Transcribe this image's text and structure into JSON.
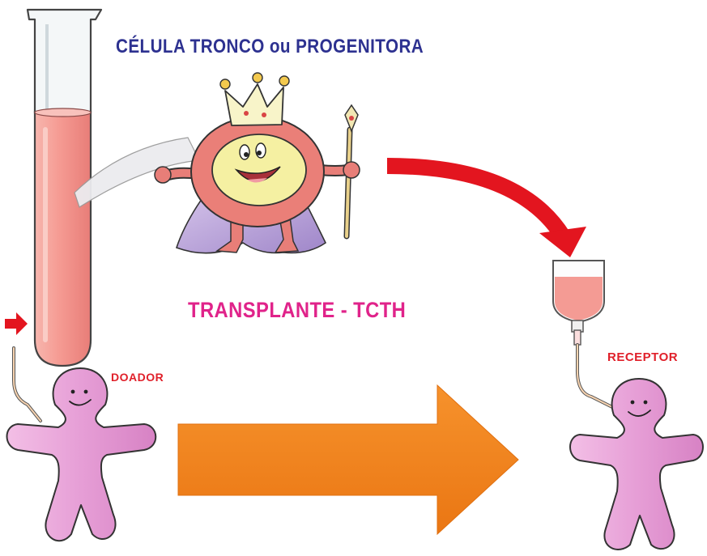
{
  "labels": {
    "title": "CÉLULA TRONCO ou PROGENITORA",
    "subtitle": "TRANSPLANTE - TCTH",
    "donor": "DOADOR",
    "receptor": "RECEPTOR"
  },
  "colors": {
    "title": "#2d3190",
    "subtitle": "#e0238a",
    "person_labels": "#e0202a",
    "big_arrow": "#f07f1e",
    "red_arrow": "#e3151f",
    "figure_fill": "#e69ed6",
    "blood": "#f4a09a"
  },
  "icons": [
    "test-tube-icon",
    "stem-cell-king-icon",
    "crown-icon",
    "scepter-icon",
    "cape-icon",
    "iv-bag-icon",
    "donor-figure-icon",
    "receptor-figure-icon",
    "transfer-arrow-icon",
    "curved-arrow-icon",
    "small-red-arrow-icon"
  ]
}
